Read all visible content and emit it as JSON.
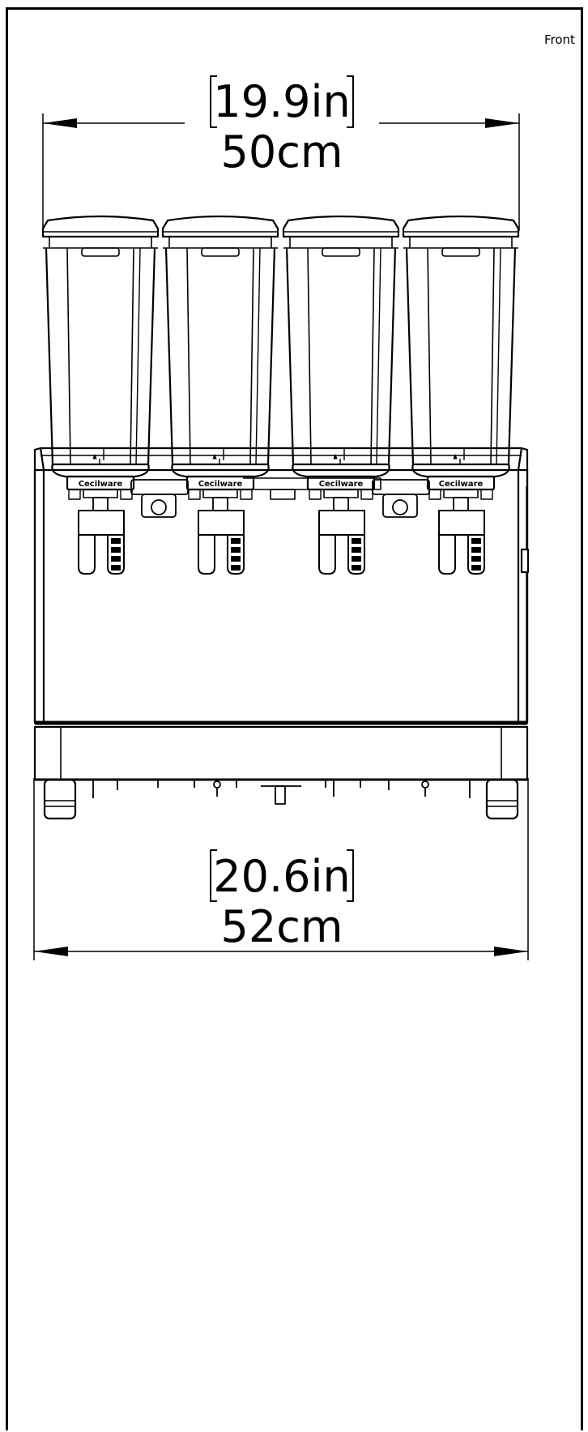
{
  "view_label": "Front",
  "dimensions": {
    "top_width": {
      "imperial": "19.9in",
      "metric": "50cm"
    },
    "base_width": {
      "imperial": "20.6in",
      "metric": "52cm"
    }
  },
  "bowl_count": 4,
  "bowl_brand_mark": "Cecilware",
  "colors": {
    "line": "#000000",
    "background": "#ffffff"
  }
}
